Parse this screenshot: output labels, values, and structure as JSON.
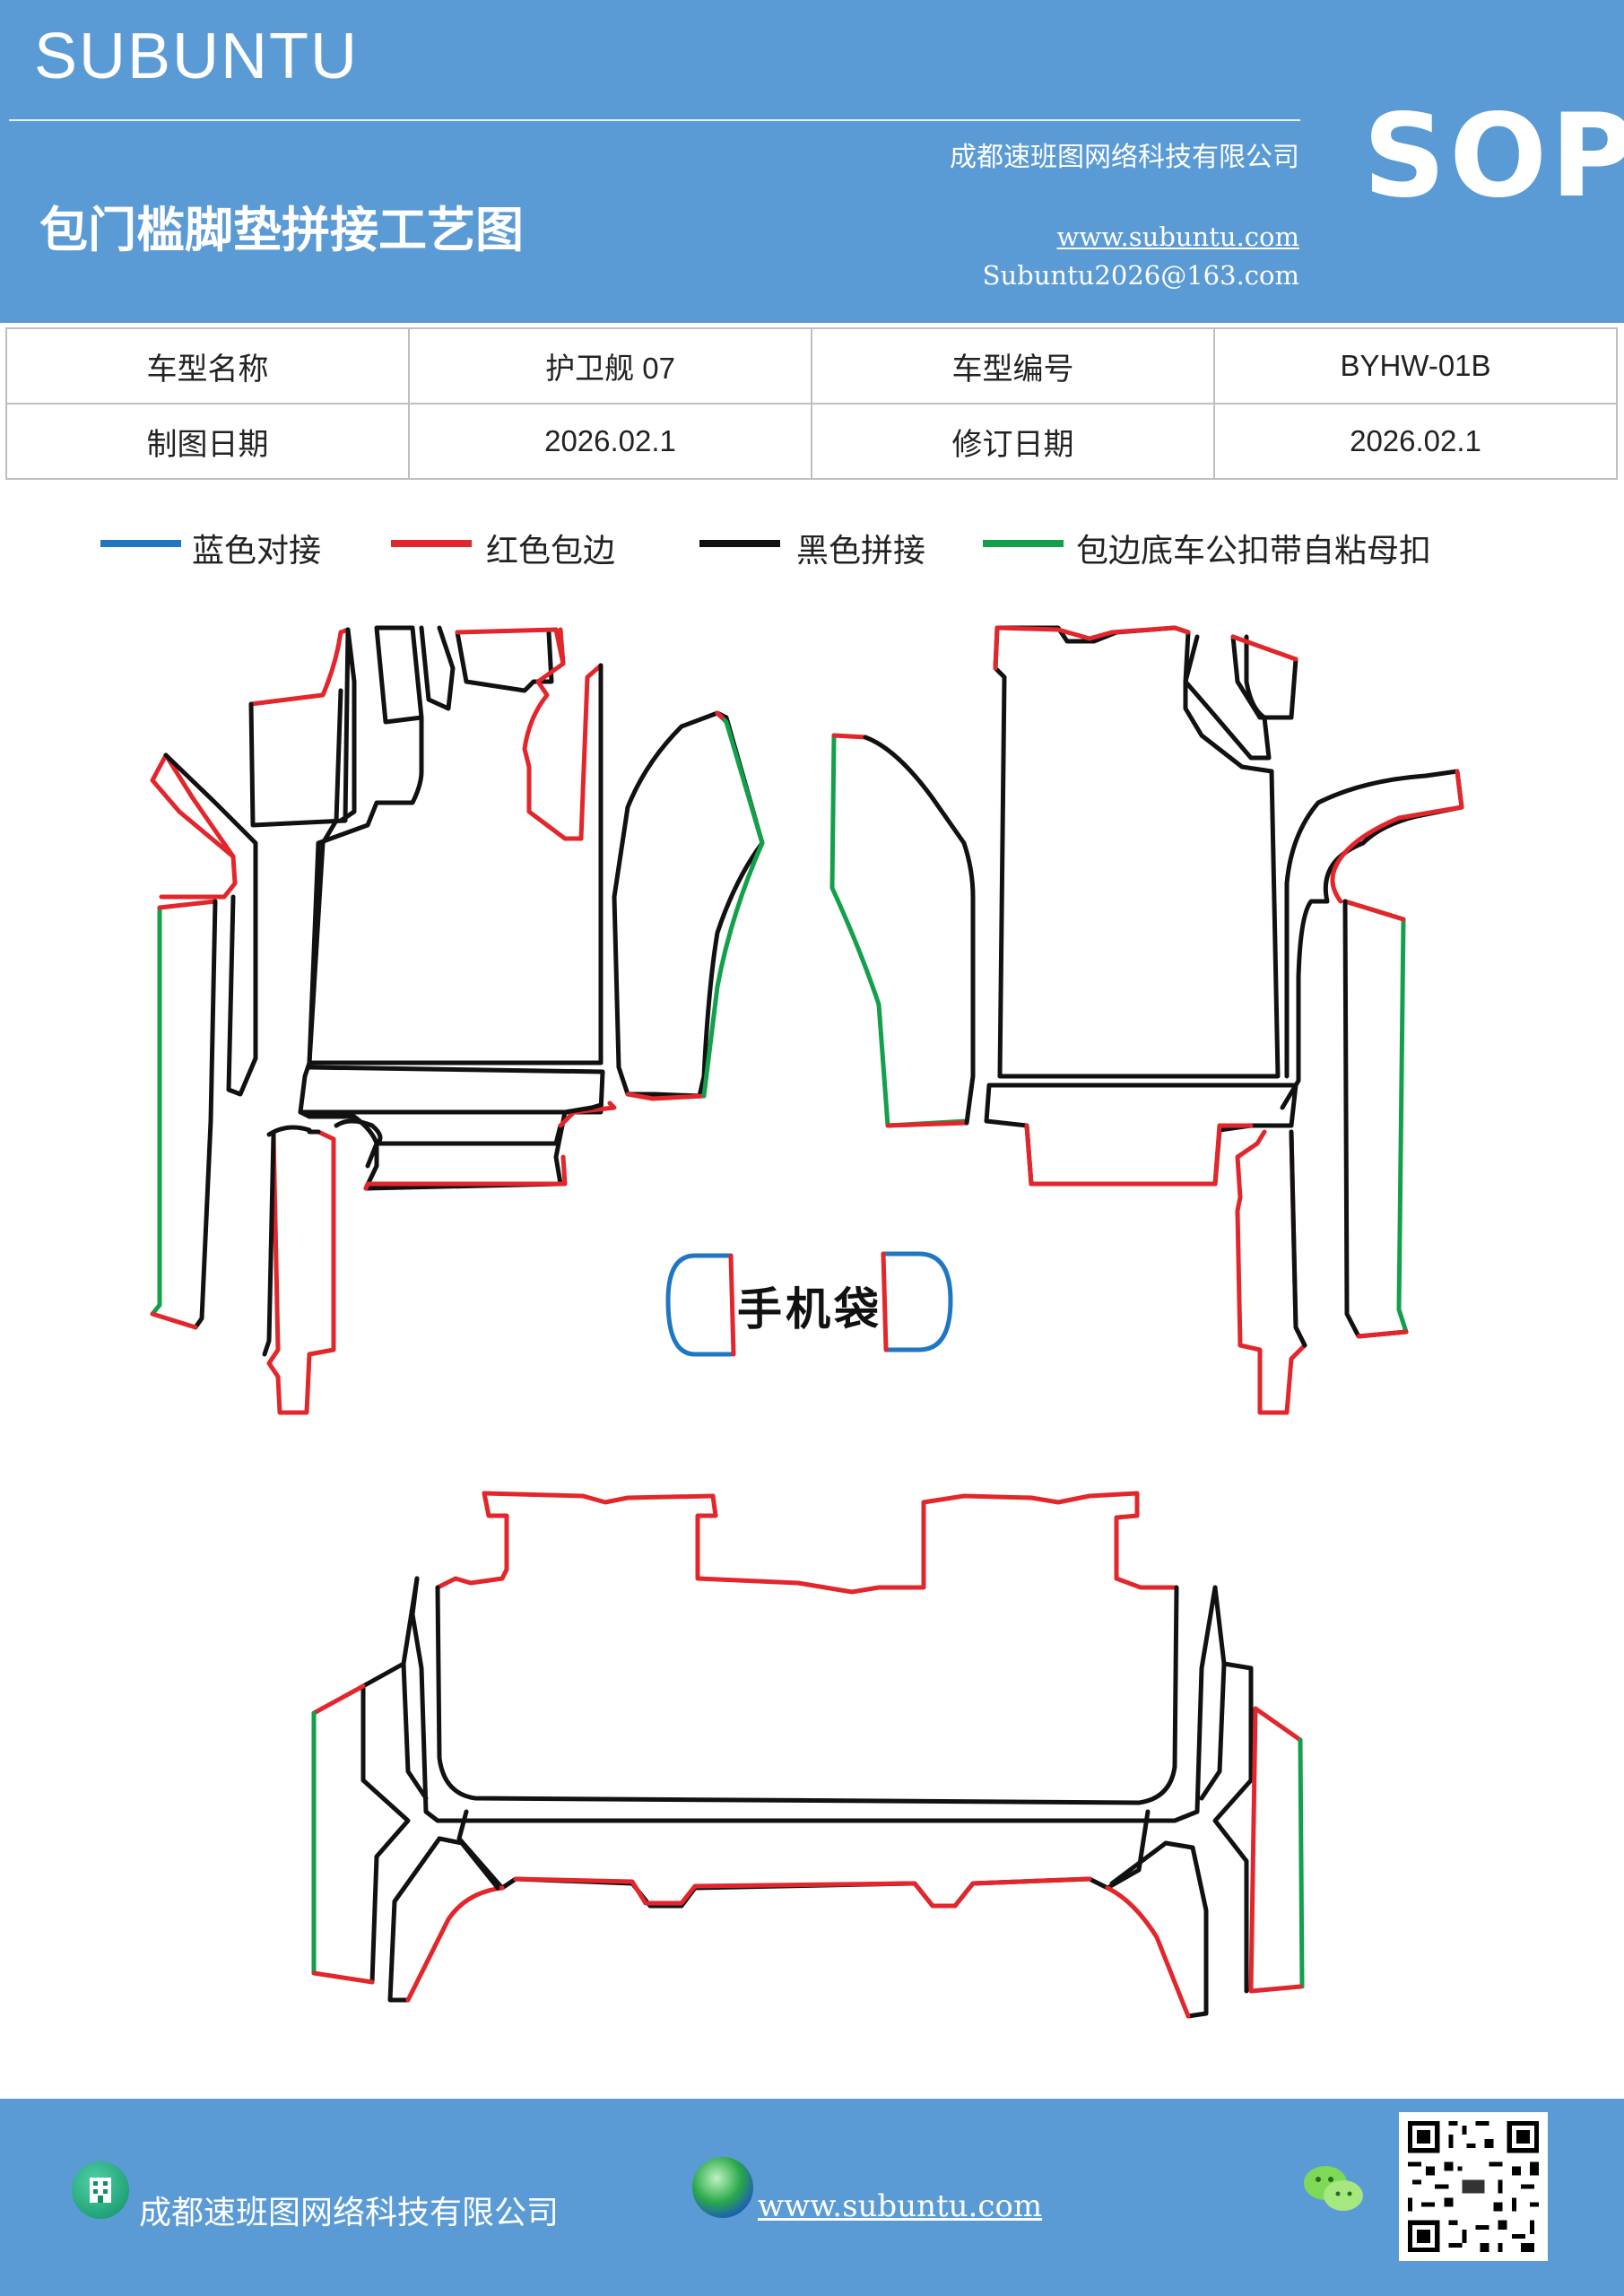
{
  "header": {
    "brand": "SUBUNTU",
    "company": "成都速班图网络科技有限公司",
    "title": "包门槛脚垫拼接工艺图",
    "website": "www.subuntu.com",
    "email": "Subuntu2026@163.com",
    "sop": "SOP"
  },
  "info_table": {
    "row1": {
      "label1": "车型名称",
      "value1": "护卫舰 07",
      "label2": "车型编号",
      "value2": "BYHW-01B"
    },
    "row2": {
      "label1": "制图日期",
      "value1": "2026.02.1",
      "label2": "修订日期",
      "value2": "2026.02.1"
    }
  },
  "legend": {
    "blue": {
      "label": "蓝色对接",
      "color": "#1f77c4"
    },
    "red": {
      "label": "红色包边",
      "color": "#e3262b"
    },
    "black": {
      "label": "黑色拼接",
      "color": "#111111"
    },
    "green": {
      "label": "包边底车公扣带自粘母扣",
      "color": "#13a04a"
    }
  },
  "diagram": {
    "phone_pocket_label": "手机袋"
  },
  "footer": {
    "company": "成都速班图网络科技有限公司",
    "website": "www.subuntu.com",
    "icons": [
      "building-icon",
      "globe-icon",
      "wechat-icon",
      "qr-code"
    ]
  }
}
